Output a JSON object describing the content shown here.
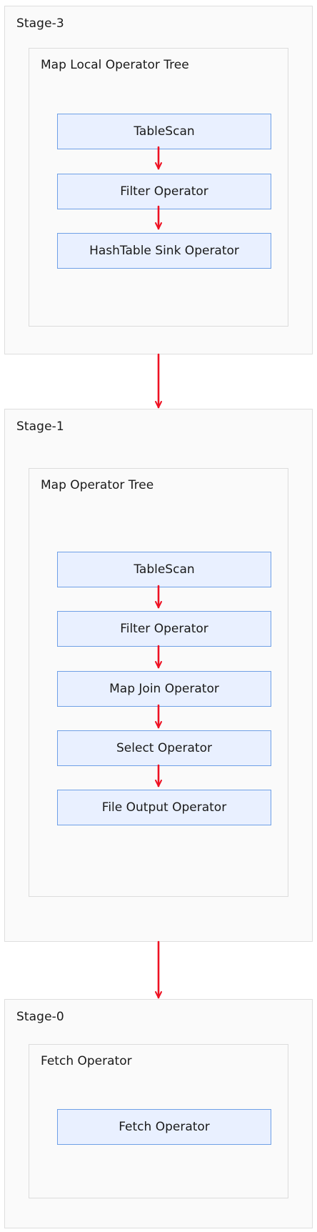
{
  "colors": {
    "arrow": "#ee1122",
    "operator_fill": "#e9f0ff",
    "operator_border": "#6fa0e6",
    "panel_fill": "#fafafa",
    "panel_border": "#dedede"
  },
  "stages": [
    {
      "title": "Stage-3",
      "tree_title": "Map Local Operator Tree",
      "operators": [
        "TableScan",
        "Filter Operator",
        "HashTable Sink Operator"
      ]
    },
    {
      "title": "Stage-1",
      "tree_title": "Map Operator Tree",
      "operators": [
        "TableScan",
        "Filter Operator",
        "Map Join Operator",
        "Select Operator",
        "File Output Operator"
      ]
    },
    {
      "title": "Stage-0",
      "tree_title": "Fetch Operator",
      "operators": [
        "Fetch Operator"
      ]
    }
  ]
}
